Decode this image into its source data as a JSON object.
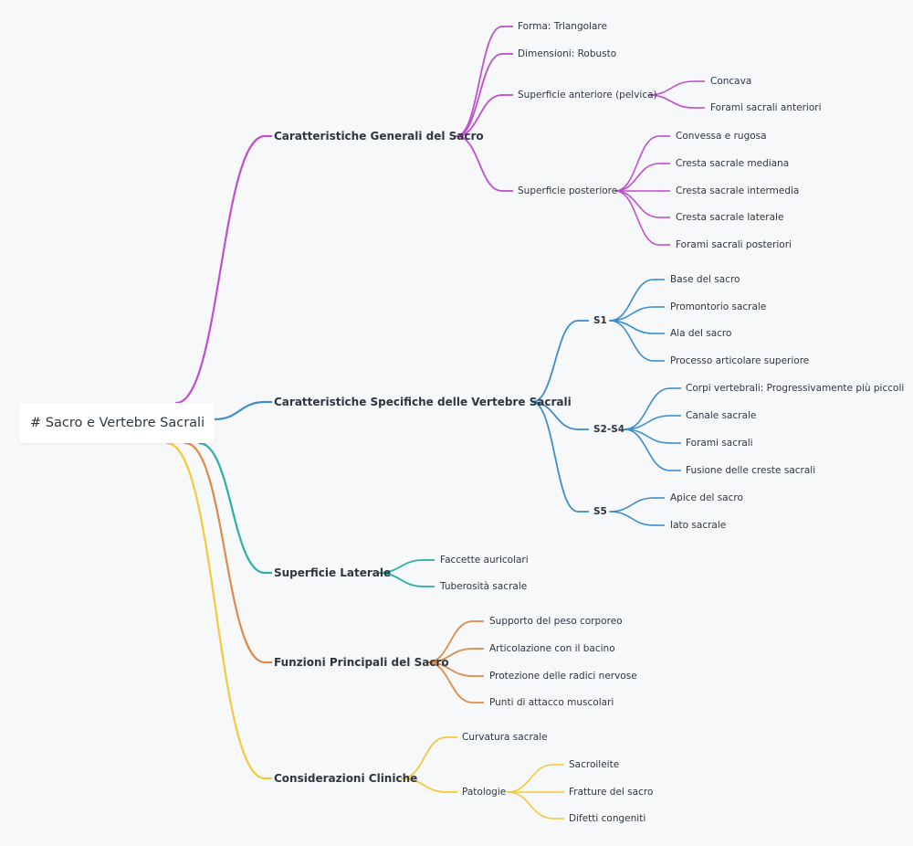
{
  "colors": {
    "purple": "#bf4fcf",
    "blue": "#3c8dcb",
    "teal": "#2bb0a6",
    "orange": "#e08a4a",
    "yellow": "#f3c93e"
  },
  "root": "# Sacro e Vertebre Sacrali",
  "branches": [
    {
      "label": "Caratteristiche Generali del Sacro",
      "color": "purple",
      "children": [
        {
          "label": "Forma: Triangolare"
        },
        {
          "label": "Dimensioni: Robusto"
        },
        {
          "label": "Superficie anteriore (pelvica)",
          "children": [
            {
              "label": "Concava"
            },
            {
              "label": "Forami sacrali anteriori"
            }
          ]
        },
        {
          "label": "Superficie posteriore",
          "children": [
            {
              "label": "Convessa e rugosa"
            },
            {
              "label": "Cresta sacrale mediana"
            },
            {
              "label": "Cresta sacrale intermedia"
            },
            {
              "label": "Cresta sacrale laterale"
            },
            {
              "label": "Forami sacrali posteriori"
            }
          ]
        }
      ]
    },
    {
      "label": "Caratteristiche Specifiche delle Vertebre Sacrali",
      "color": "blue",
      "children": [
        {
          "label": "S1",
          "children": [
            {
              "label": "Base del sacro"
            },
            {
              "label": "Promontorio sacrale"
            },
            {
              "label": "Ala del sacro"
            },
            {
              "label": "Processo articolare superiore"
            }
          ]
        },
        {
          "label": "S2-S4",
          "children": [
            {
              "label": "Corpi vertebrali: Progressivamente più piccoli"
            },
            {
              "label": "Canale sacrale"
            },
            {
              "label": "Forami sacrali"
            },
            {
              "label": "Fusione delle creste sacrali"
            }
          ]
        },
        {
          "label": "S5",
          "children": [
            {
              "label": "Apice del sacro"
            },
            {
              "label": "Iato sacrale"
            }
          ]
        }
      ]
    },
    {
      "label": "Superficie Laterale",
      "color": "teal",
      "children": [
        {
          "label": "Faccette auricolari"
        },
        {
          "label": "Tuberosità sacrale"
        }
      ]
    },
    {
      "label": "Funzioni Principali del Sacro",
      "color": "orange",
      "children": [
        {
          "label": "Supporto del peso corporeo"
        },
        {
          "label": "Articolazione con il bacino"
        },
        {
          "label": "Protezione delle radici nervose"
        },
        {
          "label": "Punti di attacco muscolari"
        }
      ]
    },
    {
      "label": "Considerazioni Cliniche",
      "color": "yellow",
      "children": [
        {
          "label": "Curvatura sacrale"
        },
        {
          "label": "Patologie",
          "children": [
            {
              "label": "Sacroileite"
            },
            {
              "label": "Fratture del sacro"
            },
            {
              "label": "Difetti congeniti"
            }
          ]
        }
      ]
    }
  ]
}
